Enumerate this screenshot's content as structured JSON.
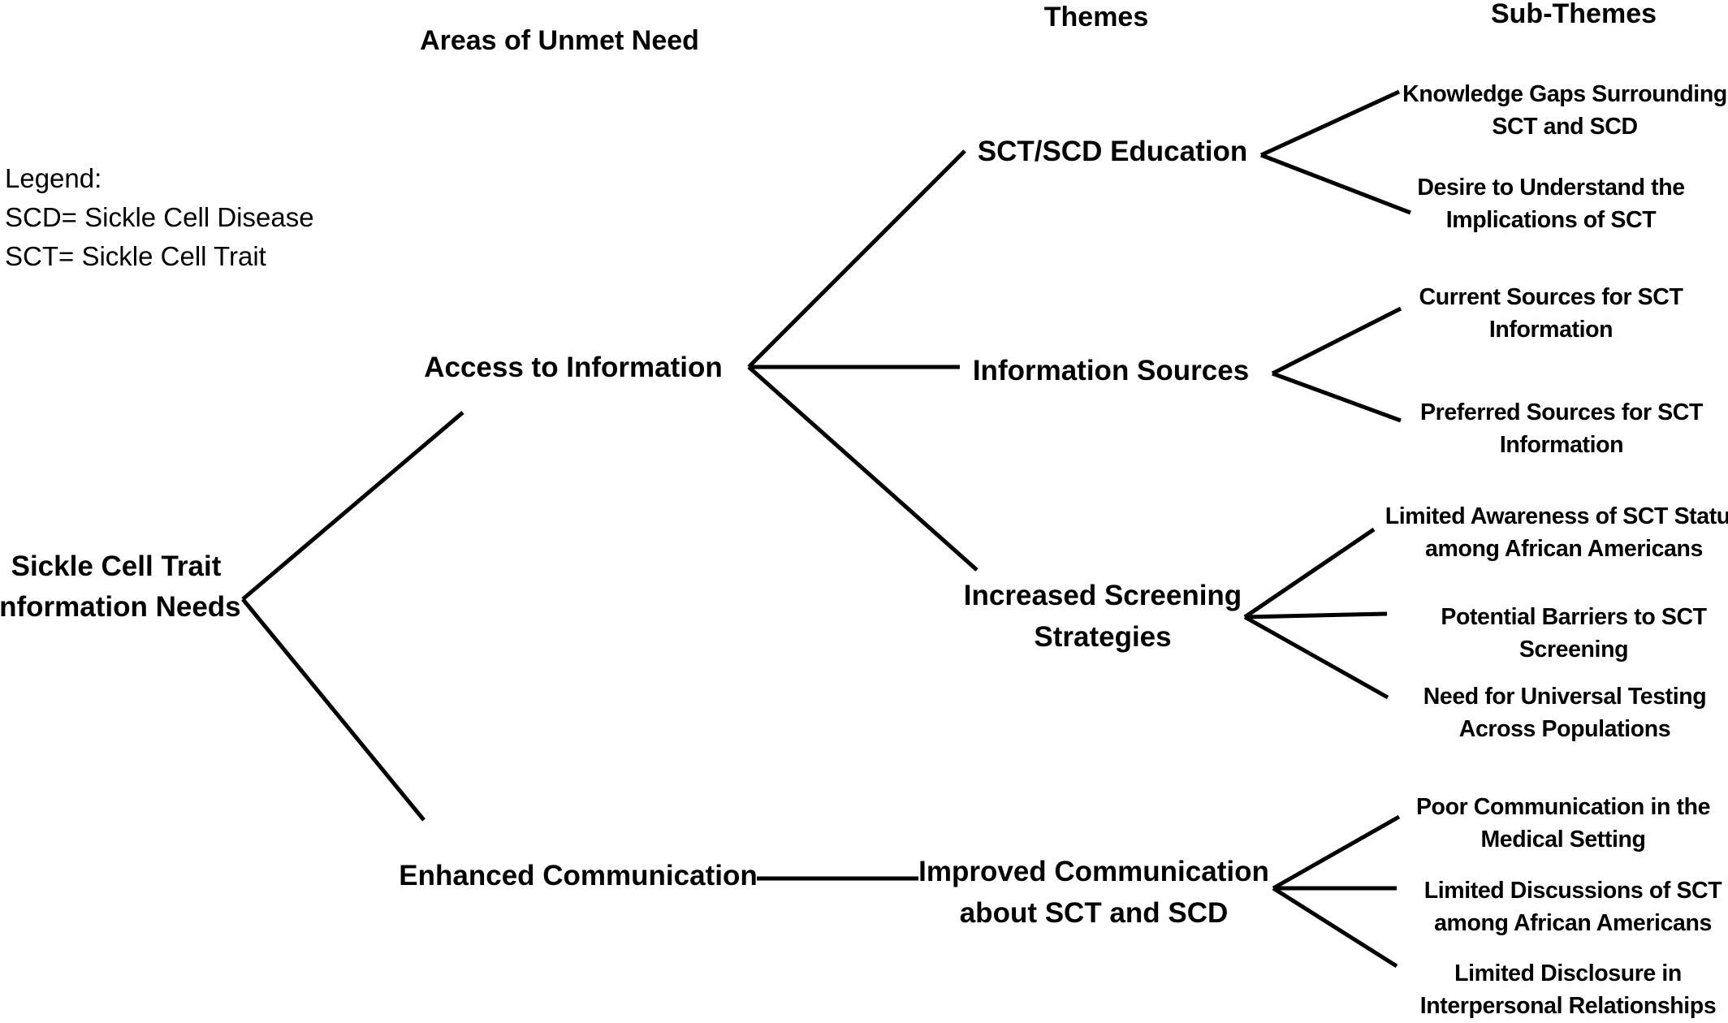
{
  "headers": {
    "areas": "Areas of Unmet Need",
    "themes": "Themes",
    "sub_themes": "Sub-Themes"
  },
  "legend": {
    "title": "Legend:",
    "scd": "SCD= Sickle Cell Disease",
    "sct": "SCT= Sickle Cell Trait"
  },
  "root": {
    "line1": "Sickle Cell Trait",
    "line2": "Information Needs"
  },
  "areas": {
    "access": "Access to Information",
    "communication": "Enhanced Communication"
  },
  "themes": {
    "education": "SCT/SCD Education",
    "sources": "Information Sources",
    "screening_line1": "Increased Screening",
    "screening_line2": "Strategies",
    "comm_line1": "Improved Communication",
    "comm_line2": "about SCT and SCD"
  },
  "sub_themes": {
    "knowledge_gaps_1": "Knowledge Gaps Surrounding",
    "knowledge_gaps_2": "SCT and SCD",
    "desire_1": "Desire to Understand the",
    "desire_2": "Implications of SCT",
    "current_1": "Current Sources for SCT",
    "current_2": "Information",
    "preferred_1": "Preferred Sources for SCT",
    "preferred_2": "Information",
    "awareness_1": "Limited Awareness of SCT Status",
    "awareness_2": "among African Americans",
    "barriers_1": "Potential Barriers to SCT",
    "barriers_2": "Screening",
    "universal_1": "Need for Universal Testing",
    "universal_2": "Across Populations",
    "poor_comm_1": "Poor Communication in the",
    "poor_comm_2": "Medical Setting",
    "discussions_1": "Limited Discussions of SCT",
    "discussions_2": "among African Americans",
    "disclosure_1": "Limited Disclosure in",
    "disclosure_2": "Interpersonal Relationships"
  }
}
